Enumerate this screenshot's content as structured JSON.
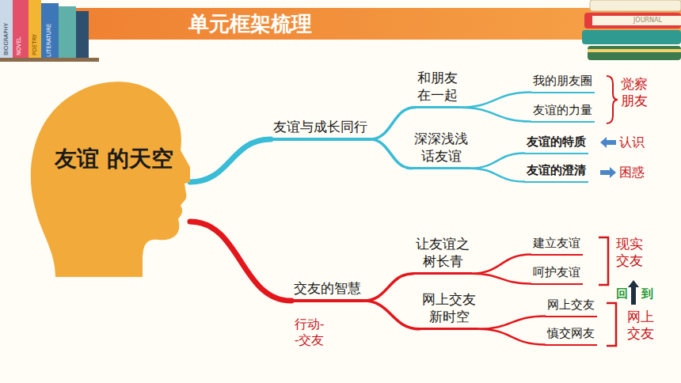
{
  "diagram": {
    "title": "单元框架梳理",
    "nodes": [
      {
        "text": [
          "友谊 的天空"
        ]
      },
      {
        "text": [
          "友谊与成长同行"
        ]
      },
      {
        "text": [
          "和朋友 在一起"
        ]
      },
      {
        "text": [
          "我的朋友圈"
        ]
      },
      {
        "text": [
          "友谊的力量"
        ]
      },
      {
        "text": [
          "深深浅浅 话友谊"
        ]
      },
      {
        "text": [
          "友谊的特质"
        ]
      },
      {
        "text": [
          "友谊的澄清"
        ]
      },
      {
        "text": [
          "交友的智慧"
        ]
      },
      {
        "text": [
          "让友谊之 树长青"
        ]
      },
      {
        "text": [
          "建立友谊"
        ]
      },
      {
        "text": [
          "呵护友谊"
        ]
      },
      {
        "text": [
          "网上交友 新时空"
        ]
      },
      {
        "text": [
          "网上交友"
        ]
      },
      {
        "text": [
          "慎交网友"
        ]
      }
    ],
    "edges": [
      {
        "from": 0,
        "to": 1,
        "arrow": "none"
      },
      {
        "from": 0,
        "to": 8,
        "arrow": "none"
      },
      {
        "from": 1,
        "to": 2,
        "arrow": "none"
      },
      {
        "from": 1,
        "to": 5,
        "arrow": "none"
      },
      {
        "from": 2,
        "to": 3,
        "arrow": "none"
      },
      {
        "from": 2,
        "to": 4,
        "arrow": "none"
      },
      {
        "from": 5,
        "to": 6,
        "arrow": "none"
      },
      {
        "from": 5,
        "to": 7,
        "arrow": "none"
      },
      {
        "from": 8,
        "to": 9,
        "arrow": "none"
      },
      {
        "from": 8,
        "to": 12,
        "arrow": "none"
      },
      {
        "from": 9,
        "to": 10,
        "arrow": "none"
      },
      {
        "from": 9,
        "to": 11,
        "arrow": "none"
      },
      {
        "from": 12,
        "to": 13,
        "arrow": "none"
      },
      {
        "from": 12,
        "to": 14,
        "arrow": "none"
      }
    ],
    "labels": [
      "BIOGRAPHY",
      "NOVEL",
      "POETRY",
      "LITERATURE",
      "JOURNAL",
      "觉察 朋友",
      "认识",
      "困惑",
      "现实 交友",
      "回",
      "到",
      "网上 交友",
      "行动--交友"
    ]
  }
}
